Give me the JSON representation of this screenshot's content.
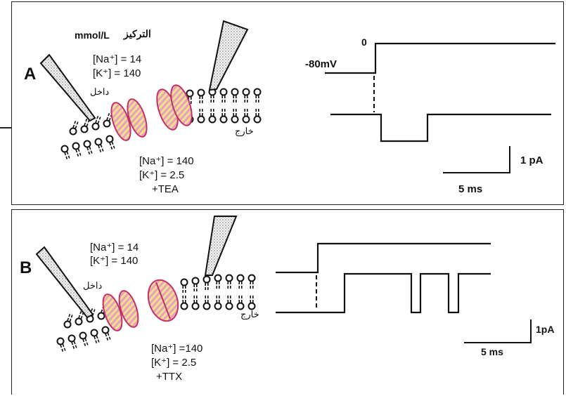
{
  "panel_a": {
    "letter": "A",
    "unit_label": "mmol/L",
    "arabic_concentration": "التركيز",
    "inside_label": "داخل",
    "outside_label": "خارج",
    "inside_na": "[Na⁺] = 14",
    "inside_k": "[K⁺] = 140",
    "outside_na": "[Na⁺] = 140",
    "outside_k": "[K⁺] = 2.5",
    "outside_drug": "+TEA",
    "voltage_zero": "0",
    "voltage_hold": "-80mV",
    "scale_current": "1 pA",
    "scale_time": "5 ms"
  },
  "panel_b": {
    "letter": "B",
    "inside_label": "داخل",
    "outside_label": "خارج",
    "inside_na": "[Na⁺] = 14",
    "inside_k": "[K⁺] = 140",
    "outside_na": "[Na⁺] =140",
    "outside_k": "[K⁺] = 2.5",
    "outside_drug": "+TTX",
    "scale_current": "1pA",
    "scale_time": "5 ms"
  },
  "colors": {
    "channel_stripe_pink": "#e8a0c0",
    "channel_stripe_yellow": "#f3e08a",
    "channel_outline": "#c0306a",
    "pipette_fill": "#d8d8d8",
    "line": "#111111"
  }
}
